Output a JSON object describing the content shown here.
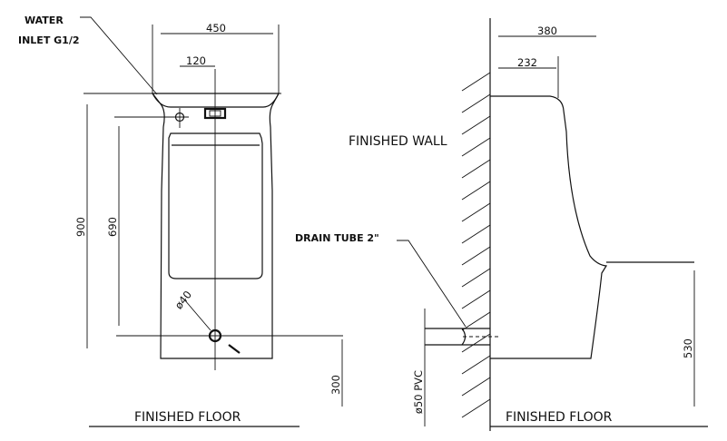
{
  "labels": {
    "water_inlet_line1": "WATER",
    "water_inlet_line2": "INLET G1/2",
    "finished_wall": "FINISHED WALL",
    "drain_tube": "DRAIN TUBE 2\"",
    "finished_floor_front": "FINISHED FLOOR",
    "finished_floor_side": "FINISHED FLOOR",
    "pvc": "ø50 PVC"
  },
  "dimensions": {
    "width_front": "450",
    "inlet_offset": "120",
    "height_total": "900",
    "height_inner": "690",
    "drain_diameter": "ø40",
    "drain_height": "300",
    "depth_side": "380",
    "depth_top": "232",
    "side_height": "530"
  }
}
